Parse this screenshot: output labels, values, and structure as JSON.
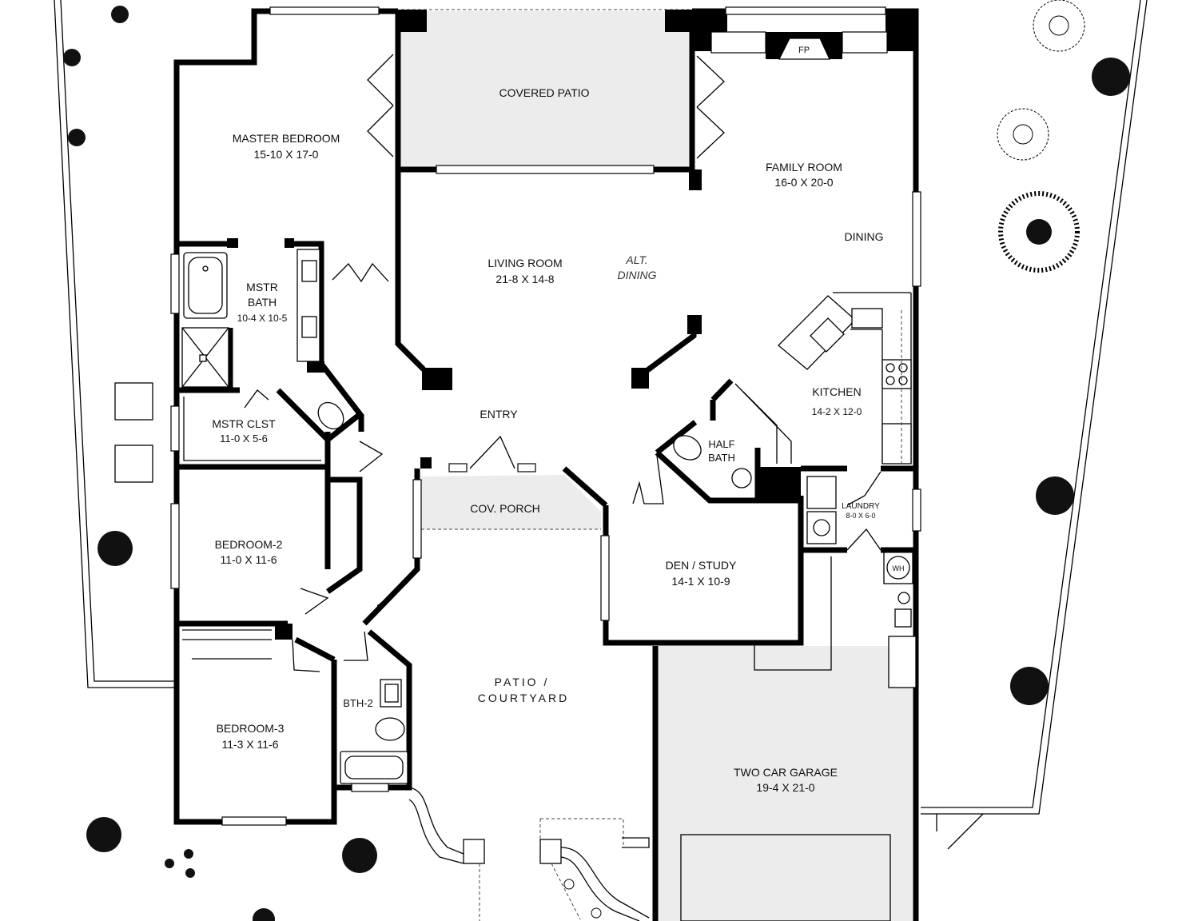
{
  "labels": {
    "covered_patio": "COVERED PATIO",
    "fireplace": "FP",
    "master_bedroom": "MASTER BEDROOM",
    "master_bedroom_dim": "15-10  X  17-0",
    "family_room": "FAMILY ROOM",
    "family_room_dim": "16-0  X  20-0",
    "dining": "DINING",
    "living_room": "LIVING ROOM",
    "living_room_dim": "21-8  X  14-8",
    "alt": "ALT.",
    "alt_dining": "DINING",
    "mstr": "MSTR",
    "bath": "BATH",
    "mstr_bath_dim": "10-4  X 10-5",
    "mstr_clst": "MSTR  CLST",
    "mstr_clst_dim": "11-0  X 5-6",
    "entry": "ENTRY",
    "half": "HALF",
    "half_bath": "BATH",
    "kitchen": "KITCHEN",
    "kitchen_dim": "14-2  X 12-0",
    "cov_porch": "COV. PORCH",
    "laundry": "LAUNDRY",
    "laundry_dim": "8-0 X 6-0",
    "water_heater": "WH",
    "bedroom2": "BEDROOM-2",
    "bedroom2_dim": "11-0  X  11-6",
    "den_study": "DEN / STUDY",
    "den_study_dim": "14-1  X  10-9",
    "patio": "PATIO /",
    "courtyard": "COURTYARD",
    "bth2": "BTH-2",
    "bedroom3": "BEDROOM-3",
    "bedroom3_dim": "11-3  X  11-6",
    "garage": "TWO CAR GARAGE",
    "garage_dim": "19-4  X  21-0"
  }
}
